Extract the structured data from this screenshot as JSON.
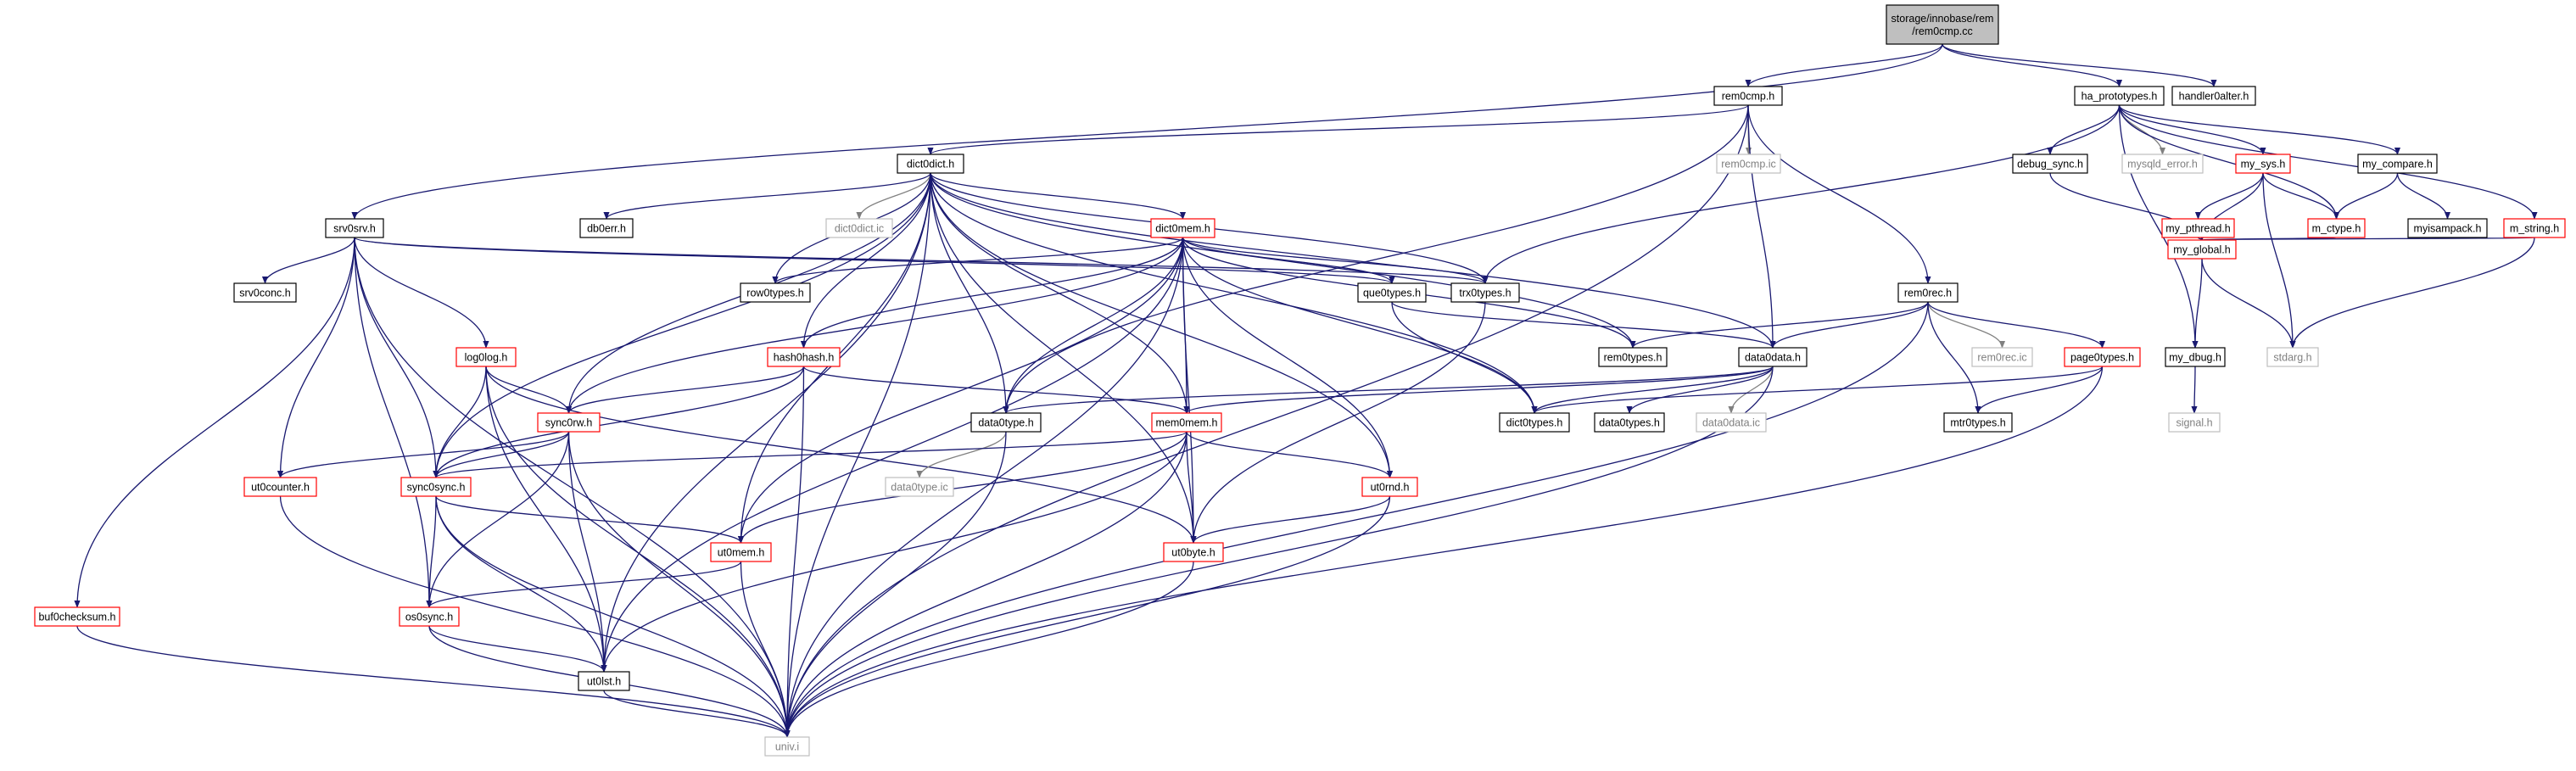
{
  "diagram": {
    "colors": {
      "edge": "#191970",
      "edge_to_ic": "#808080",
      "root_fill": "#bfbfbf",
      "border_normal": "#000000",
      "border_truncated": "#ff0000",
      "border_ic": "#bfbfbf",
      "text": "#000000",
      "text_ic": "#808080"
    },
    "nodes": [
      {
        "id": "root",
        "label": "storage/innobase/rem\n/rem0cmp.cc",
        "kind": "root",
        "name": "root-file-node"
      },
      {
        "id": "rem0cmp_h",
        "label": "rem0cmp.h",
        "kind": "normal",
        "name": "rem0cmp-h-node"
      },
      {
        "id": "ha_prototypes_h",
        "label": "ha_prototypes.h",
        "kind": "normal",
        "name": "ha-prototypes-h-node"
      },
      {
        "id": "handler0alter_h",
        "label": "handler0alter.h",
        "kind": "normal",
        "name": "handler0alter-h-node"
      },
      {
        "id": "dict0dict_h",
        "label": "dict0dict.h",
        "kind": "normal",
        "name": "dict0dict-h-node"
      },
      {
        "id": "rem0cmp_ic",
        "label": "rem0cmp.ic",
        "kind": "ic",
        "name": "rem0cmp-ic-node"
      },
      {
        "id": "debug_sync_h",
        "label": "debug_sync.h",
        "kind": "normal",
        "name": "debug-sync-h-node"
      },
      {
        "id": "mysqld_error_h",
        "label": "mysqld_error.h",
        "kind": "ic",
        "name": "mysqld-error-h-node"
      },
      {
        "id": "my_sys_h",
        "label": "my_sys.h",
        "kind": "truncated",
        "name": "my-sys-h-node"
      },
      {
        "id": "my_compare_h",
        "label": "my_compare.h",
        "kind": "normal",
        "name": "my-compare-h-node"
      },
      {
        "id": "srv0srv_h",
        "label": "srv0srv.h",
        "kind": "normal",
        "name": "srv0srv-h-node"
      },
      {
        "id": "db0err_h",
        "label": "db0err.h",
        "kind": "normal",
        "name": "db0err-h-node"
      },
      {
        "id": "dict0dict_ic",
        "label": "dict0dict.ic",
        "kind": "ic",
        "name": "dict0dict-ic-node"
      },
      {
        "id": "dict0mem_h",
        "label": "dict0mem.h",
        "kind": "truncated",
        "name": "dict0mem-h-node"
      },
      {
        "id": "my_pthread_h",
        "label": "my_pthread.h",
        "kind": "truncated",
        "name": "my-pthread-h-node"
      },
      {
        "id": "m_ctype_h",
        "label": "m_ctype.h",
        "kind": "truncated",
        "name": "m-ctype-h-node"
      },
      {
        "id": "myisampack_h",
        "label": "myisampack.h",
        "kind": "normal",
        "name": "myisampack-h-node"
      },
      {
        "id": "m_string_h",
        "label": "m_string.h",
        "kind": "truncated",
        "name": "m-string-h-node"
      },
      {
        "id": "my_global_h",
        "label": "my_global.h",
        "kind": "truncated",
        "name": "my-global-h-node"
      },
      {
        "id": "srv0conc_h",
        "label": "srv0conc.h",
        "kind": "normal",
        "name": "srv0conc-h-node"
      },
      {
        "id": "row0types_h",
        "label": "row0types.h",
        "kind": "normal",
        "name": "row0types-h-node"
      },
      {
        "id": "que0types_h",
        "label": "que0types.h",
        "kind": "normal",
        "name": "que0types-h-node"
      },
      {
        "id": "trx0types_h",
        "label": "trx0types.h",
        "kind": "normal",
        "name": "trx0types-h-node"
      },
      {
        "id": "rem0rec_h",
        "label": "rem0rec.h",
        "kind": "normal",
        "name": "rem0rec-h-node"
      },
      {
        "id": "log0log_h",
        "label": "log0log.h",
        "kind": "truncated",
        "name": "log0log-h-node"
      },
      {
        "id": "hash0hash_h",
        "label": "hash0hash.h",
        "kind": "truncated",
        "name": "hash0hash-h-node"
      },
      {
        "id": "rem0types_h",
        "label": "rem0types.h",
        "kind": "normal",
        "name": "rem0types-h-node"
      },
      {
        "id": "data0data_h",
        "label": "data0data.h",
        "kind": "normal",
        "name": "data0data-h-node"
      },
      {
        "id": "rem0rec_ic",
        "label": "rem0rec.ic",
        "kind": "ic",
        "name": "rem0rec-ic-node"
      },
      {
        "id": "page0types_h",
        "label": "page0types.h",
        "kind": "truncated",
        "name": "page0types-h-node"
      },
      {
        "id": "my_dbug_h",
        "label": "my_dbug.h",
        "kind": "normal",
        "name": "my-dbug-h-node"
      },
      {
        "id": "stdarg_h",
        "label": "stdarg.h",
        "kind": "ic",
        "name": "stdarg-h-node"
      },
      {
        "id": "sync0rw_h",
        "label": "sync0rw.h",
        "kind": "truncated",
        "name": "sync0rw-h-node"
      },
      {
        "id": "data0type_h",
        "label": "data0type.h",
        "kind": "normal",
        "name": "data0type-h-node"
      },
      {
        "id": "mem0mem_h",
        "label": "mem0mem.h",
        "kind": "truncated",
        "name": "mem0mem-h-node"
      },
      {
        "id": "dict0types_h",
        "label": "dict0types.h",
        "kind": "normal",
        "name": "dict0types-h-node"
      },
      {
        "id": "data0types_h",
        "label": "data0types.h",
        "kind": "normal",
        "name": "data0types-h-node"
      },
      {
        "id": "data0data_ic",
        "label": "data0data.ic",
        "kind": "ic",
        "name": "data0data-ic-node"
      },
      {
        "id": "mtr0types_h",
        "label": "mtr0types.h",
        "kind": "normal",
        "name": "mtr0types-h-node"
      },
      {
        "id": "signal_h",
        "label": "signal.h",
        "kind": "ic",
        "name": "signal-h-node"
      },
      {
        "id": "ut0counter_h",
        "label": "ut0counter.h",
        "kind": "truncated",
        "name": "ut0counter-h-node"
      },
      {
        "id": "sync0sync_h",
        "label": "sync0sync.h",
        "kind": "truncated",
        "name": "sync0sync-h-node"
      },
      {
        "id": "data0type_ic",
        "label": "data0type.ic",
        "kind": "ic",
        "name": "data0type-ic-node"
      },
      {
        "id": "ut0rnd_h",
        "label": "ut0rnd.h",
        "kind": "truncated",
        "name": "ut0rnd-h-node"
      },
      {
        "id": "ut0mem_h",
        "label": "ut0mem.h",
        "kind": "truncated",
        "name": "ut0mem-h-node"
      },
      {
        "id": "ut0byte_h",
        "label": "ut0byte.h",
        "kind": "truncated",
        "name": "ut0byte-h-node"
      },
      {
        "id": "buf0checksum_h",
        "label": "buf0checksum.h",
        "kind": "truncated",
        "name": "buf0checksum-h-node"
      },
      {
        "id": "os0sync_h",
        "label": "os0sync.h",
        "kind": "truncated",
        "name": "os0sync-h-node"
      },
      {
        "id": "ut0lst_h",
        "label": "ut0lst.h",
        "kind": "normal",
        "name": "ut0lst-h-node"
      },
      {
        "id": "univ_i",
        "label": "univ.i",
        "kind": "ic",
        "name": "univ-i-node"
      }
    ],
    "edges": [
      [
        "root",
        "rem0cmp_h"
      ],
      [
        "root",
        "ha_prototypes_h"
      ],
      [
        "root",
        "handler0alter_h"
      ],
      [
        "root",
        "srv0srv_h"
      ],
      [
        "rem0cmp_h",
        "dict0dict_h"
      ],
      [
        "rem0cmp_h",
        "rem0cmp_ic"
      ],
      [
        "rem0cmp_h",
        "rem0rec_h"
      ],
      [
        "rem0cmp_h",
        "data0data_h"
      ],
      [
        "rem0cmp_h",
        "data0type_h"
      ],
      [
        "rem0cmp_h",
        "univ_i"
      ],
      [
        "ha_prototypes_h",
        "debug_sync_h"
      ],
      [
        "ha_prototypes_h",
        "mysqld_error_h"
      ],
      [
        "ha_prototypes_h",
        "my_sys_h"
      ],
      [
        "ha_prototypes_h",
        "my_compare_h"
      ],
      [
        "ha_prototypes_h",
        "m_ctype_h"
      ],
      [
        "ha_prototypes_h",
        "m_string_h"
      ],
      [
        "ha_prototypes_h",
        "my_dbug_h"
      ],
      [
        "ha_prototypes_h",
        "trx0types_h"
      ],
      [
        "dict0dict_h",
        "db0err_h"
      ],
      [
        "dict0dict_h",
        "dict0dict_ic"
      ],
      [
        "dict0dict_h",
        "dict0mem_h"
      ],
      [
        "dict0dict_h",
        "row0types_h"
      ],
      [
        "dict0dict_h",
        "trx0types_h"
      ],
      [
        "dict0dict_h",
        "rem0types_h"
      ],
      [
        "dict0dict_h",
        "data0data_h"
      ],
      [
        "dict0dict_h",
        "hash0hash_h"
      ],
      [
        "dict0dict_h",
        "sync0rw_h"
      ],
      [
        "dict0dict_h",
        "data0type_h"
      ],
      [
        "dict0dict_h",
        "mem0mem_h"
      ],
      [
        "dict0dict_h",
        "dict0types_h"
      ],
      [
        "dict0dict_h",
        "sync0sync_h"
      ],
      [
        "dict0dict_h",
        "ut0rnd_h"
      ],
      [
        "dict0dict_h",
        "ut0mem_h"
      ],
      [
        "dict0dict_h",
        "ut0byte_h"
      ],
      [
        "dict0dict_h",
        "ut0lst_h"
      ],
      [
        "dict0dict_h",
        "univ_i"
      ],
      [
        "my_sys_h",
        "my_pthread_h"
      ],
      [
        "my_sys_h",
        "m_ctype_h"
      ],
      [
        "my_sys_h",
        "my_global_h"
      ],
      [
        "my_sys_h",
        "stdarg_h"
      ],
      [
        "my_compare_h",
        "myisampack_h"
      ],
      [
        "my_compare_h",
        "m_ctype_h"
      ],
      [
        "debug_sync_h",
        "my_global_h"
      ],
      [
        "my_pthread_h",
        "my_global_h"
      ],
      [
        "m_ctype_h",
        "my_global_h"
      ],
      [
        "m_string_h",
        "my_global_h"
      ],
      [
        "m_string_h",
        "stdarg_h"
      ],
      [
        "my_global_h",
        "my_dbug_h"
      ],
      [
        "my_global_h",
        "stdarg_h"
      ],
      [
        "my_dbug_h",
        "signal_h"
      ],
      [
        "srv0srv_h",
        "srv0conc_h"
      ],
      [
        "srv0srv_h",
        "que0types_h"
      ],
      [
        "srv0srv_h",
        "trx0types_h"
      ],
      [
        "srv0srv_h",
        "log0log_h"
      ],
      [
        "srv0srv_h",
        "sync0sync_h"
      ],
      [
        "srv0srv_h",
        "ut0counter_h"
      ],
      [
        "srv0srv_h",
        "buf0checksum_h"
      ],
      [
        "srv0srv_h",
        "os0sync_h"
      ],
      [
        "srv0srv_h",
        "univ_i"
      ],
      [
        "dict0mem_h",
        "row0types_h"
      ],
      [
        "dict0mem_h",
        "que0types_h"
      ],
      [
        "dict0mem_h",
        "trx0types_h"
      ],
      [
        "dict0mem_h",
        "rem0types_h"
      ],
      [
        "dict0mem_h",
        "hash0hash_h"
      ],
      [
        "dict0mem_h",
        "sync0rw_h"
      ],
      [
        "dict0mem_h",
        "data0type_h"
      ],
      [
        "dict0mem_h",
        "mem0mem_h"
      ],
      [
        "dict0mem_h",
        "dict0types_h"
      ],
      [
        "dict0mem_h",
        "ut0rnd_h"
      ],
      [
        "dict0mem_h",
        "ut0mem_h"
      ],
      [
        "dict0mem_h",
        "ut0byte_h"
      ],
      [
        "dict0mem_h",
        "ut0lst_h"
      ],
      [
        "dict0mem_h",
        "univ_i"
      ],
      [
        "que0types_h",
        "data0data_h"
      ],
      [
        "que0types_h",
        "dict0types_h"
      ],
      [
        "trx0types_h",
        "ut0byte_h"
      ],
      [
        "rem0rec_h",
        "rem0types_h"
      ],
      [
        "rem0rec_h",
        "data0data_h"
      ],
      [
        "rem0rec_h",
        "rem0rec_ic"
      ],
      [
        "rem0rec_h",
        "page0types_h"
      ],
      [
        "rem0rec_h",
        "mtr0types_h"
      ],
      [
        "rem0rec_h",
        "univ_i"
      ],
      [
        "log0log_h",
        "sync0rw_h"
      ],
      [
        "log0log_h",
        "sync0sync_h"
      ],
      [
        "log0log_h",
        "ut0byte_h"
      ],
      [
        "log0log_h",
        "ut0lst_h"
      ],
      [
        "log0log_h",
        "univ_i"
      ],
      [
        "hash0hash_h",
        "sync0rw_h"
      ],
      [
        "hash0hash_h",
        "sync0sync_h"
      ],
      [
        "hash0hash_h",
        "mem0mem_h"
      ],
      [
        "hash0hash_h",
        "univ_i"
      ],
      [
        "data0data_h",
        "data0type_h"
      ],
      [
        "data0data_h",
        "data0types_h"
      ],
      [
        "data0data_h",
        "mem0mem_h"
      ],
      [
        "data0data_h",
        "dict0types_h"
      ],
      [
        "data0data_h",
        "data0data_ic"
      ],
      [
        "data0data_h",
        "univ_i"
      ],
      [
        "page0types_h",
        "dict0types_h"
      ],
      [
        "page0types_h",
        "mtr0types_h"
      ],
      [
        "page0types_h",
        "univ_i"
      ],
      [
        "sync0rw_h",
        "sync0sync_h"
      ],
      [
        "sync0rw_h",
        "ut0counter_h"
      ],
      [
        "sync0rw_h",
        "os0sync_h"
      ],
      [
        "sync0rw_h",
        "ut0lst_h"
      ],
      [
        "sync0rw_h",
        "univ_i"
      ],
      [
        "data0type_h",
        "data0type_ic"
      ],
      [
        "data0type_h",
        "univ_i"
      ],
      [
        "mem0mem_h",
        "sync0sync_h"
      ],
      [
        "mem0mem_h",
        "ut0rnd_h"
      ],
      [
        "mem0mem_h",
        "ut0mem_h"
      ],
      [
        "mem0mem_h",
        "ut0byte_h"
      ],
      [
        "mem0mem_h",
        "ut0lst_h"
      ],
      [
        "mem0mem_h",
        "univ_i"
      ],
      [
        "ut0counter_h",
        "univ_i"
      ],
      [
        "sync0sync_h",
        "ut0mem_h"
      ],
      [
        "sync0sync_h",
        "os0sync_h"
      ],
      [
        "sync0sync_h",
        "ut0lst_h"
      ],
      [
        "sync0sync_h",
        "univ_i"
      ],
      [
        "ut0rnd_h",
        "ut0byte_h"
      ],
      [
        "ut0rnd_h",
        "univ_i"
      ],
      [
        "ut0mem_h",
        "os0sync_h"
      ],
      [
        "ut0mem_h",
        "univ_i"
      ],
      [
        "ut0byte_h",
        "univ_i"
      ],
      [
        "buf0checksum_h",
        "univ_i"
      ],
      [
        "os0sync_h",
        "ut0lst_h"
      ],
      [
        "os0sync_h",
        "univ_i"
      ],
      [
        "ut0lst_h",
        "univ_i"
      ]
    ]
  }
}
